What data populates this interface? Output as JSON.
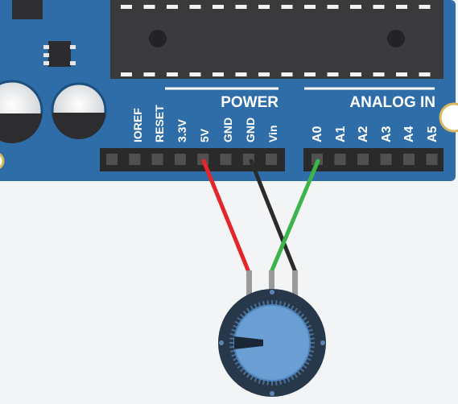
{
  "board": {
    "power_section_label": "POWER",
    "analog_section_label": "ANALOG IN",
    "power_pins": [
      "IOREF",
      "RESET",
      "3.3V",
      "5V",
      "GND",
      "GND",
      "Vin"
    ],
    "analog_pins": [
      "A0",
      "A1",
      "A2",
      "A3",
      "A4",
      "A5"
    ]
  },
  "wires": [
    {
      "name": "5v-wire",
      "color": "#e3262a",
      "from_pin": "5V"
    },
    {
      "name": "gnd-wire",
      "color": "#2b2b2b",
      "from_pin": "GND"
    },
    {
      "name": "a0-wire",
      "color": "#3bb54a",
      "from_pin": "A0"
    }
  ],
  "colors": {
    "board": "#2f6da8",
    "chip": "#3a3a3c",
    "header": "#2a2a2a",
    "knob_outer": "#27384a",
    "knob_face": "#6b9fd4",
    "background": "#f3f4f5"
  },
  "component": {
    "name": "potentiometer-icon"
  }
}
